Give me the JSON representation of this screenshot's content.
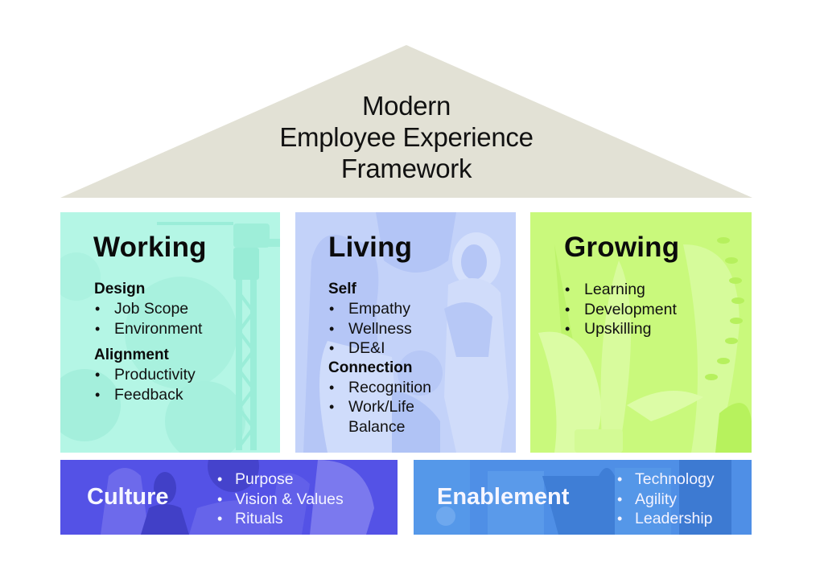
{
  "roof": {
    "title_lines": [
      "Modern",
      "Employee Experience",
      "Framework"
    ],
    "color": "#e2e1d5"
  },
  "pillars": [
    {
      "id": "working",
      "title": "Working",
      "color": "#b4f6e5",
      "illustration": "crane-and-gears",
      "groups": [
        {
          "label": "Design",
          "items": [
            "Job Scope",
            "Environment"
          ]
        },
        {
          "label": "Alignment",
          "items": [
            "Productivity",
            "Feedback"
          ]
        }
      ]
    },
    {
      "id": "living",
      "title": "Living",
      "color": "#c3d2f9",
      "illustration": "people-silhouettes",
      "groups": [
        {
          "label": "Self",
          "items": [
            "Empathy",
            "Wellness",
            "DE&I"
          ]
        },
        {
          "label": "Connection",
          "items": [
            "Recognition",
            "Work/Life Balance"
          ]
        }
      ]
    },
    {
      "id": "growing",
      "title": "Growing",
      "color": "#c9f97c",
      "illustration": "plants-and-leaves",
      "groups": [
        {
          "label": "",
          "items": [
            "Learning",
            "Development",
            "Upskilling"
          ]
        }
      ]
    }
  ],
  "foundation": [
    {
      "id": "culture",
      "title": "Culture",
      "color": "#5452e6",
      "illustration": "people-silhouettes",
      "items": [
        "Purpose",
        "Vision & Values",
        "Rituals"
      ]
    },
    {
      "id": "enablement",
      "title": "Enablement",
      "color": "#4f8fe6",
      "illustration": "puzzle-pieces",
      "items": [
        "Technology",
        "Agility",
        "Leadership"
      ]
    }
  ]
}
